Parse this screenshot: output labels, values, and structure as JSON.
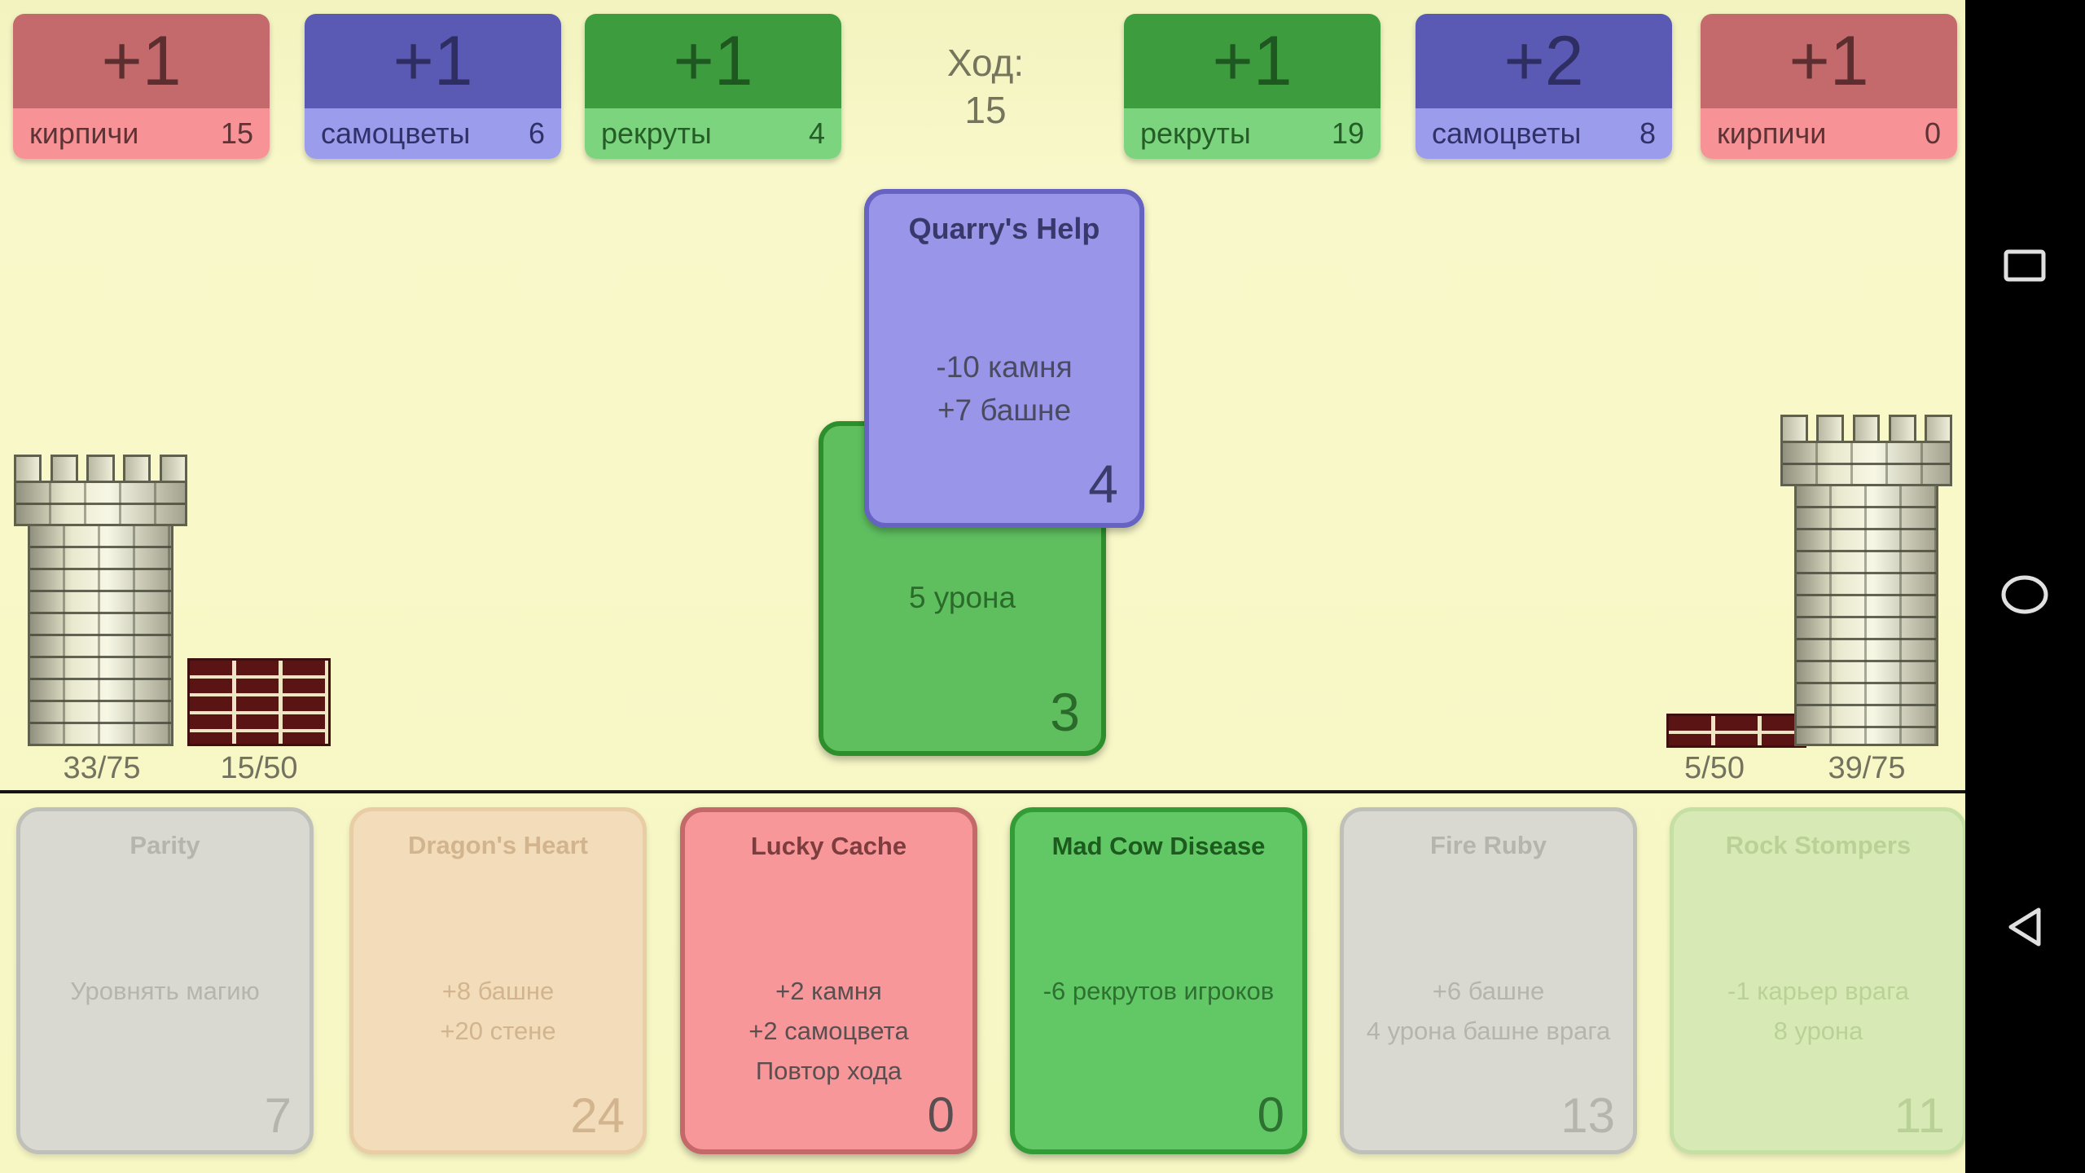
{
  "palette": {
    "background": "#f7f7c4",
    "resource_red_top": "#c56a6c",
    "resource_red_strip": "#f79396",
    "resource_blue_top": "#5a5ab5",
    "resource_blue_strip": "#9c9cec",
    "resource_green_top": "#3c9c3e",
    "resource_green_strip": "#7cd47e",
    "played_blue_fill": "#9995e9",
    "played_blue_border": "#6663c3",
    "played_green_fill": "#5fbf5f",
    "played_green_border": "#2c8f2c",
    "hand_active_red": "#f89799",
    "hand_active_green": "#62c865",
    "hand_disabled_gray": "#d9d9d1",
    "hand_disabled_tan": "#f2dcba",
    "hand_disabled_palegreen": "#d7eab6",
    "wall_brick": "#5a1414",
    "divider": "#141414",
    "nav_bar": "#000000"
  },
  "top_bar": {
    "turn_label": "Ход:",
    "turn_value": "15",
    "resources": [
      {
        "gain": "+1",
        "label": "кирпичи",
        "value": "15",
        "color": "red"
      },
      {
        "gain": "+1",
        "label": "самоцветы",
        "value": "6",
        "color": "blue"
      },
      {
        "gain": "+1",
        "label": "рекруты",
        "value": "4",
        "color": "green"
      },
      {
        "gain": "+1",
        "label": "рекруты",
        "value": "19",
        "color": "green"
      },
      {
        "gain": "+2",
        "label": "самоцветы",
        "value": "8",
        "color": "blue"
      },
      {
        "gain": "+1",
        "label": "кирпичи",
        "value": "0",
        "color": "red"
      }
    ]
  },
  "battlefield": {
    "left_tower_value": "33/75",
    "left_wall_value": "15/50",
    "right_wall_value": "5/50",
    "right_tower_value": "39/75",
    "played_cards": [
      {
        "name": "Quarry's Help",
        "line1": "-10 камня",
        "line2": "+7 башне",
        "cost": "4"
      },
      {
        "name": "",
        "line1": "5 урона",
        "cost": "3"
      }
    ]
  },
  "hand": {
    "cards": [
      {
        "name": "Parity",
        "line1": "Уровнять магию",
        "cost": "7",
        "state": "disabled"
      },
      {
        "name": "Dragon's Heart",
        "line1": "+8 башне",
        "line2": "+20 стене",
        "cost": "24",
        "state": "disabled"
      },
      {
        "name": "Lucky Cache",
        "line1": "+2 камня",
        "line2": "+2 самоцвета",
        "line3": "Повтор хода",
        "cost": "0",
        "state": "active"
      },
      {
        "name": "Mad Cow Disease",
        "line1": "-6 рекрутов игроков",
        "cost": "0",
        "state": "active"
      },
      {
        "name": "Fire Ruby",
        "line1": "+6 башне",
        "line2": "4 урона башне врага",
        "cost": "13",
        "state": "disabled"
      },
      {
        "name": "Rock Stompers",
        "line1": "-1 карьер врага",
        "line2": "8 урона",
        "cost": "11",
        "state": "disabled"
      }
    ]
  },
  "nav_bar": {
    "buttons": [
      "recents",
      "home",
      "back"
    ]
  }
}
